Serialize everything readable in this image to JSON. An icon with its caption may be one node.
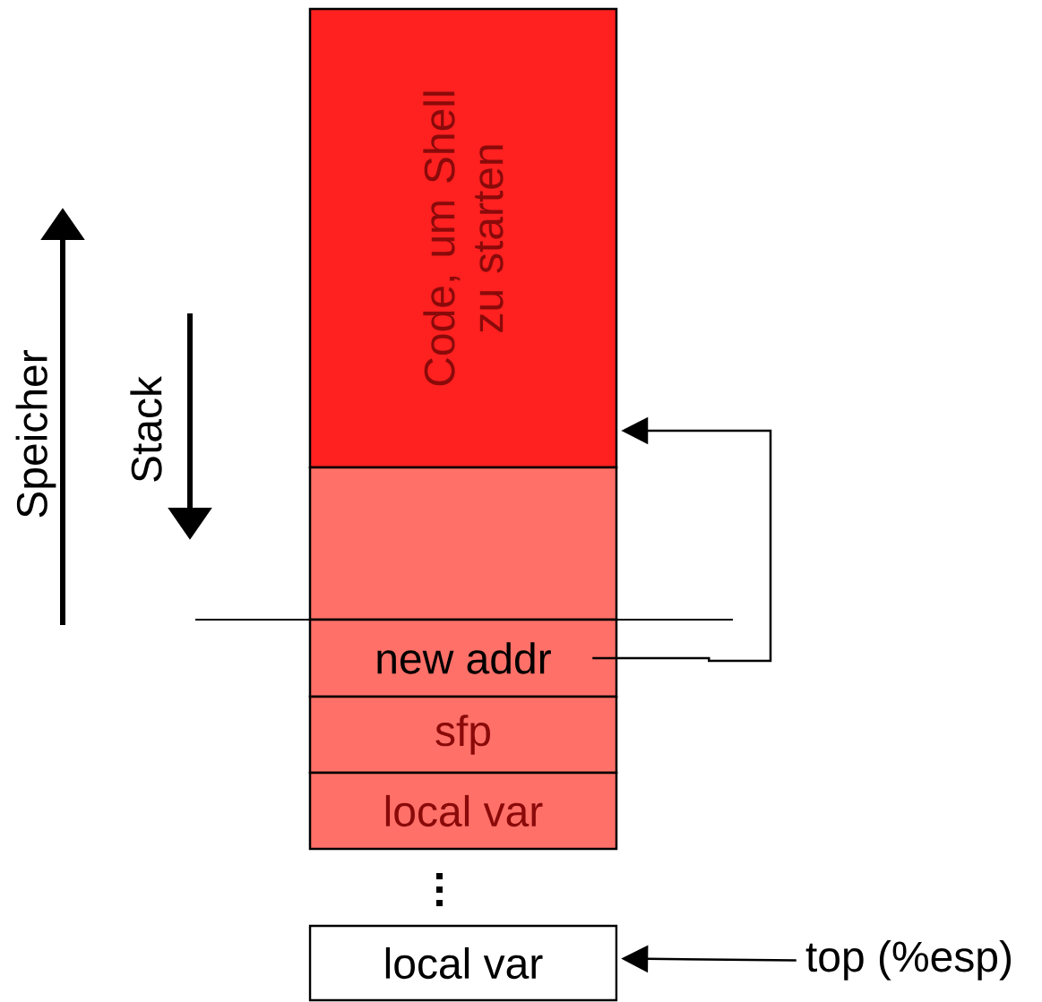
{
  "diagram": {
    "nodes": [
      {
        "text": [
          "Code, um Shell zu starten"
        ]
      },
      {
        "text": [],
        "shape": "box"
      },
      {
        "text": [
          "new addr"
        ]
      },
      {
        "text": [
          "sfp"
        ]
      },
      {
        "text": [
          "local var"
        ]
      },
      {
        "text": [
          "local var"
        ]
      },
      {
        "text": [
          "top (%esp)"
        ]
      }
    ],
    "edges": [
      {
        "from": 2,
        "to": 0,
        "arrow": "to"
      },
      {
        "from": 6,
        "to": 5,
        "arrow": "to"
      }
    ],
    "labels": [
      "Speicher",
      "Stack"
    ]
  }
}
